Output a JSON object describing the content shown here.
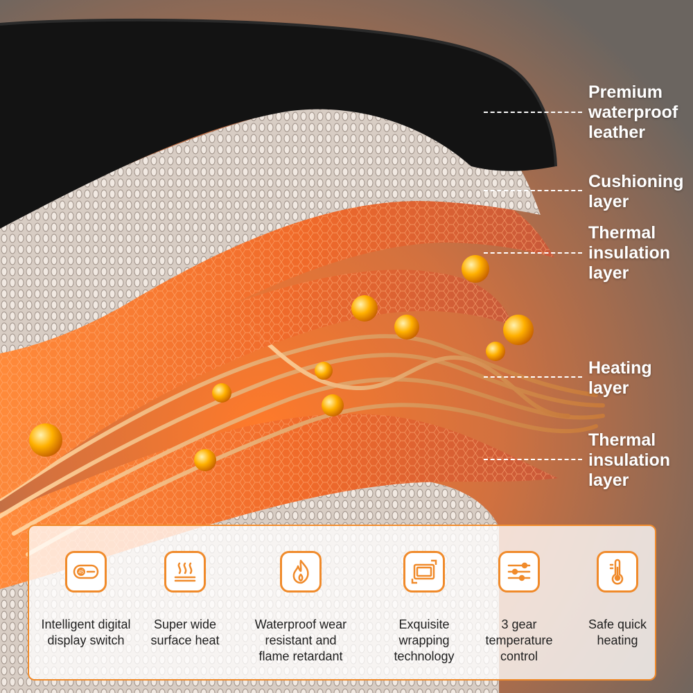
{
  "colors": {
    "accent": "#f08a2a",
    "leather": "#111111",
    "cushion": "#d9cfc7",
    "thermal": "#f07a34",
    "heating_wire": "#f2a05a",
    "label_text": "#ffffff"
  },
  "layers": [
    {
      "label": "Premium waterproof leather"
    },
    {
      "label": "Cushioning layer"
    },
    {
      "label": "Thermal insulation layer"
    },
    {
      "label": "Heating layer"
    },
    {
      "label": "Thermal insulation layer"
    }
  ],
  "features": [
    {
      "icon": "digital-display-switch-icon",
      "icon_text": "45",
      "label": "Intelligent digital display switch"
    },
    {
      "icon": "surface-heat-icon",
      "label": "Super wide surface heat"
    },
    {
      "icon": "flame-icon",
      "label": "Waterproof wear resistant and flame retardant"
    },
    {
      "icon": "wrapping-icon",
      "label": "Exquisite wrapping technology"
    },
    {
      "icon": "slider-controls-icon",
      "label": "3 gear temperature control"
    },
    {
      "icon": "thermometer-icon",
      "label": "Safe quick heating"
    }
  ]
}
